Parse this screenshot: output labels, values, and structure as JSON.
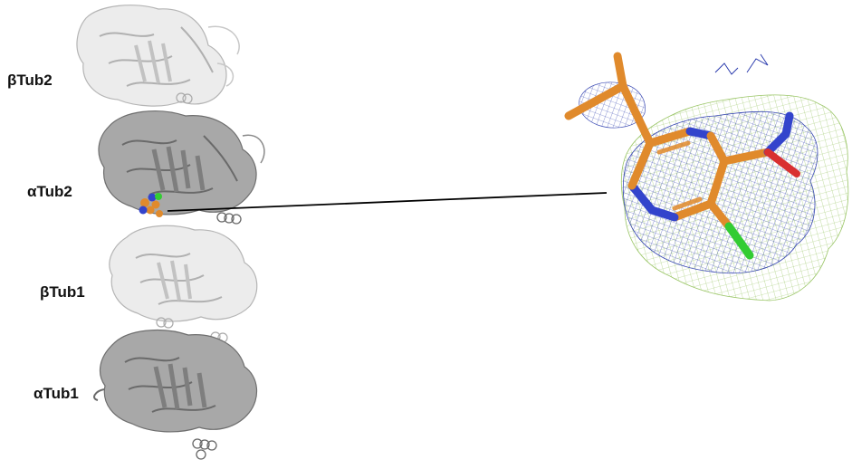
{
  "labels": {
    "beta_tub2": "βTub2",
    "alpha_tub2": "αTub2",
    "beta_tub1": "βTub1",
    "alpha_tub1": "αTub1"
  },
  "colors": {
    "alpha_subunit": "#8a8a8a",
    "beta_subunit": "#d2d2d2",
    "ligand_carbon": "#e08a2c",
    "nitrogen": "#3344cc",
    "oxygen": "#d93030",
    "chlorine": "#33cc33",
    "density_mesh_blue": "#2233aa",
    "density_mesh_green": "#8fbf55",
    "connector_line": "#000000"
  }
}
